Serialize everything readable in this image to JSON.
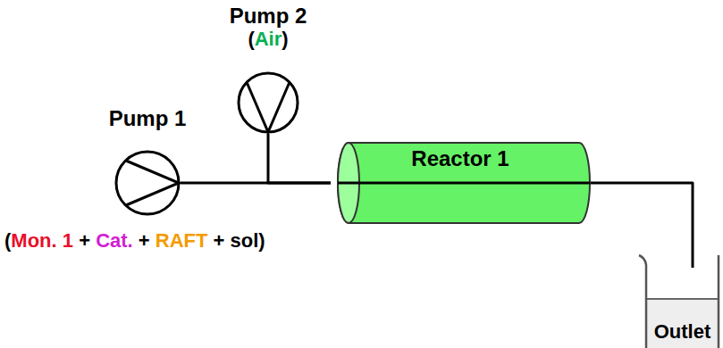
{
  "diagram": {
    "nodes": [
      {
        "text": [
          "Pump 1"
        ]
      },
      {
        "text": [
          "Pump 2",
          "(Air)"
        ]
      },
      {
        "text": [
          "Reactor 1"
        ]
      },
      {
        "text": [
          "Outlet"
        ]
      }
    ],
    "edges": [
      {
        "from": 0,
        "to": 2,
        "arrow": "none"
      },
      {
        "from": 1,
        "to": 2,
        "arrow": "none"
      },
      {
        "from": 2,
        "to": 3,
        "arrow": "none"
      }
    ],
    "labels": [
      "(Mon. 1 + Cat. + RAFT + sol)"
    ]
  }
}
